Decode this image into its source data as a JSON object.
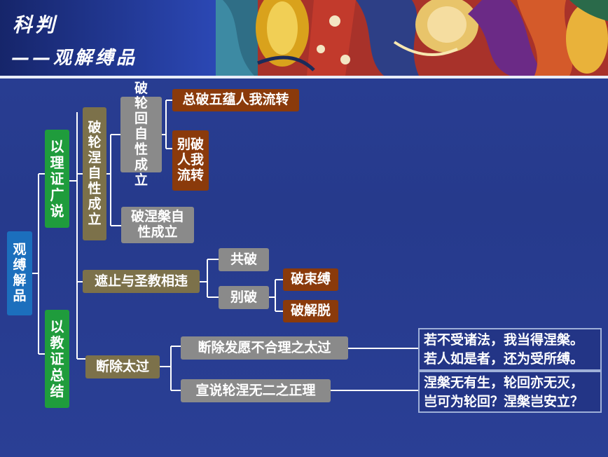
{
  "header": {
    "title": "科判",
    "subtitle": "——观解缚品"
  },
  "tree": {
    "root": "观缚解品",
    "branch_1": "以理证广说",
    "branch_2": "以教证总结",
    "node_refute_samsara_nirvana": "破轮涅自性成立",
    "node_refute_samsara": "破轮回自性成立",
    "leaf_general_refute": "总破五蕴人我流转",
    "leaf_specific_refute": "别破人我流转",
    "node_refute_nirvana": "破涅槃自性成立",
    "node_avoid_contradiction": "遮止与圣教相违",
    "node_common_refute": "共破",
    "node_separate_refute": "别破",
    "leaf_refute_bondage": "破束缚",
    "leaf_refute_liberation": "破解脱",
    "node_cut_excess": "断除太过",
    "node_cut_wish": "断除发愿不合理之太过",
    "node_nonduality": "宣说轮涅无二之正理",
    "quote_1": [
      "若不受诸法，我当得涅槃。",
      "若人如是者，还为受所缚。"
    ],
    "quote_2": [
      "涅槃无有生，轮回亦无灭，",
      "岂可为轮回？涅槃岂安立？"
    ]
  },
  "colors": {
    "background": "#2a3f95",
    "green": "#1f9c3c",
    "blue": "#1c6fbd",
    "olive": "#7c714a",
    "gray": "#8a8a8a",
    "orange": "#8a3a0b",
    "line": "#ffffff"
  }
}
